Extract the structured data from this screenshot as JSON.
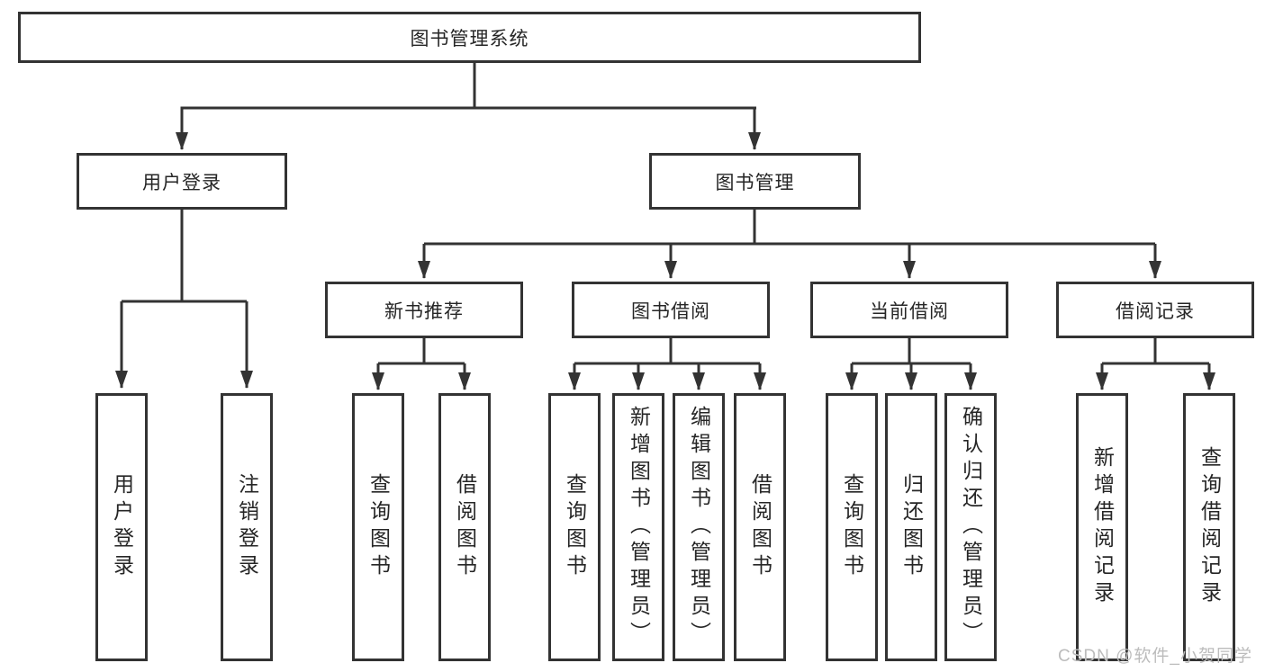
{
  "diagram_type": "hierarchy-tree",
  "tree": {
    "root": {
      "label": "图书管理系统"
    },
    "branches": [
      {
        "label": "用户登录",
        "children": [
          {
            "label": "用户登录"
          },
          {
            "label": "注销登录"
          }
        ]
      },
      {
        "label": "图书管理",
        "children": [
          {
            "label": "新书推荐",
            "children": [
              {
                "label": "查询图书"
              },
              {
                "label": "借阅图书"
              }
            ]
          },
          {
            "label": "图书借阅",
            "children": [
              {
                "label": "查询图书"
              },
              {
                "label": "新增图书（管理员）"
              },
              {
                "label": "编辑图书（管理员）"
              },
              {
                "label": "借阅图书"
              }
            ]
          },
          {
            "label": "当前借阅",
            "children": [
              {
                "label": "查询图书"
              },
              {
                "label": "归还图书"
              },
              {
                "label": "确认归还（管理员）"
              }
            ]
          },
          {
            "label": "借阅记录",
            "children": [
              {
                "label": "新增借阅记录"
              },
              {
                "label": "查询借阅记录"
              }
            ]
          }
        ]
      }
    ]
  },
  "watermark": {
    "text": "CSDN @软件_小贺同学"
  },
  "colors": {
    "line": "#333333",
    "box_border": "#333333",
    "text": "#262626",
    "watermark": "#bcbcbc",
    "background": "#ffffff"
  }
}
